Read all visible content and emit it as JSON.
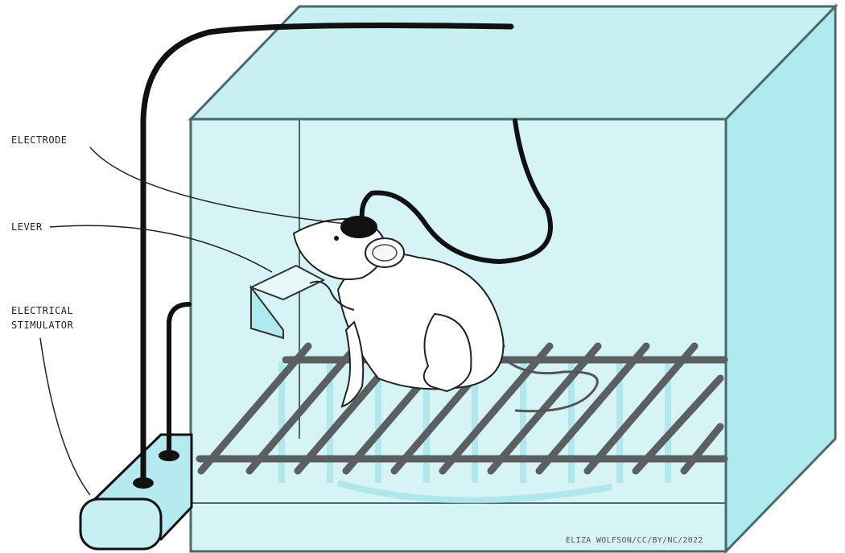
{
  "labels": {
    "electrode": "ELECTRODE",
    "lever": "LEVER",
    "stimulator_line1": "ELECTRICAL",
    "stimulator_line2": "STIMULATOR"
  },
  "credit": "ELIZA WOLFSON/CC/BY/NC/2022",
  "colors": {
    "box_fill": "#c8f0f3",
    "box_side": "#aeeaee",
    "outline": "#4a6a6e",
    "grid_bar": "#5a5f60",
    "wire": "#111111",
    "mouse": "#ffffff"
  }
}
